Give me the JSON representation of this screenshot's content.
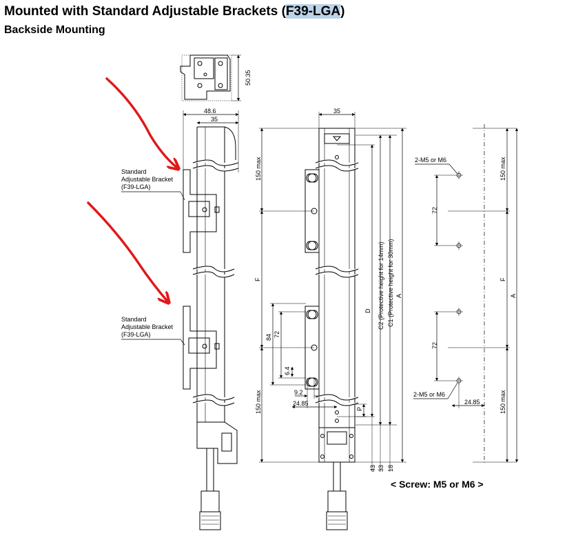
{
  "title": {
    "prefix": "Mounted with Standard Adjustable Brackets (",
    "highlight": "F39-LGA",
    "suffix": ")"
  },
  "subtitle": "Backside Mounting",
  "labels": {
    "bracket_line1": "Standard",
    "bracket_line2": "Adjustable Bracket",
    "bracket_line3": "(F39-LGA)",
    "screw_label": "2-M5 or M6",
    "screw_note": "< Screw: M5 or M6 >"
  },
  "dimensions": {
    "top_view_height": "50.35",
    "side_width": "48.6",
    "side_inner_width": "35",
    "front_width": "35",
    "max_150": "150 max",
    "F": "F",
    "A": "A",
    "D": "D",
    "d84": "84",
    "d72": "72",
    "d6_4": "6.4",
    "d9_2": "9.2",
    "d24_85": "24.85",
    "P": "P",
    "C2": "C2 (Protective height for 14mm)",
    "C1": "C1 (Protective height for 30mm)",
    "d43": "43",
    "d33": "33",
    "d18": "18"
  },
  "colors": {
    "annotation_arrows": "#e0191b",
    "title_highlight": "#bcd3e8"
  }
}
